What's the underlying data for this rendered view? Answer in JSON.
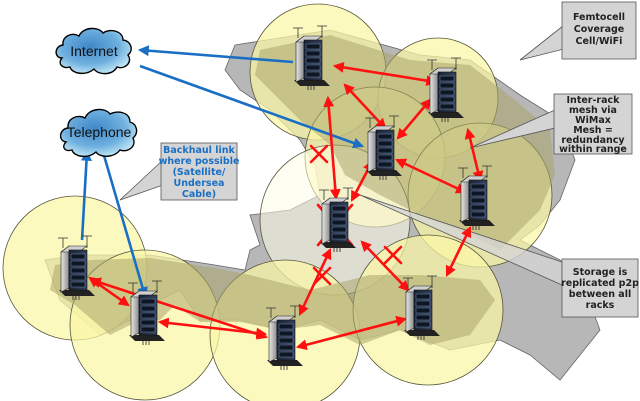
{
  "colors": {
    "coverage_fill": "#fbf6a6",
    "coverage_stroke": "#55553a",
    "land_fill": "#a9a985",
    "land_gray": "#b7b7b7",
    "mesh_link": "#ff1010",
    "backhaul_link": "#1a6fc4",
    "failure_mark": "#ff1010",
    "callout_fill": "#d4d4d4",
    "callout_stroke": "#555555",
    "callout_text_blue": "#1a6fc4",
    "callout_text_dark": "#222222",
    "cloud_fill": "#6fb0df"
  },
  "clouds": [
    {
      "id": "internet",
      "label": "Internet"
    },
    {
      "id": "telephone",
      "label": "Telephone"
    }
  ],
  "callouts": [
    {
      "id": "femtocell",
      "lines": [
        "Femtocell",
        "Coverage",
        "Cell/WiFi"
      ],
      "color": "dark"
    },
    {
      "id": "inter-rack",
      "lines": [
        "Inter-rack",
        "mesh via",
        "WiMax",
        "Mesh =",
        "redundancy",
        "within range"
      ],
      "color": "dark"
    },
    {
      "id": "backhaul",
      "lines": [
        "Backhaul link",
        "where possible",
        "(Satellite/",
        "Undersea",
        "Cable)"
      ],
      "color": "blue"
    },
    {
      "id": "storage",
      "lines": [
        "Storage is",
        "replicated p2p",
        "between all",
        "racks"
      ],
      "color": "dark"
    }
  ],
  "nodes": [
    {
      "id": "rack-top-center",
      "failed": false
    },
    {
      "id": "rack-top-right",
      "failed": false
    },
    {
      "id": "rack-center",
      "failed": false
    },
    {
      "id": "rack-right",
      "failed": false
    },
    {
      "id": "rack-failed-middle",
      "failed": true
    },
    {
      "id": "rack-far-left",
      "failed": false
    },
    {
      "id": "rack-left",
      "failed": false
    },
    {
      "id": "rack-bottom-center",
      "failed": false
    },
    {
      "id": "rack-bottom-right",
      "failed": false
    }
  ],
  "mesh_links": [
    {
      "from": "rack-top-center",
      "to": "rack-top-right",
      "broken": false
    },
    {
      "from": "rack-top-center",
      "to": "rack-center",
      "broken": false
    },
    {
      "from": "rack-top-center",
      "to": "rack-failed-middle",
      "broken": true
    },
    {
      "from": "rack-top-right",
      "to": "rack-center",
      "broken": false
    },
    {
      "from": "rack-top-right",
      "to": "rack-right",
      "broken": false
    },
    {
      "from": "rack-center",
      "to": "rack-right",
      "broken": false
    },
    {
      "from": "rack-center",
      "to": "rack-failed-middle",
      "broken": false
    },
    {
      "from": "rack-failed-middle",
      "to": "rack-bottom-right",
      "broken": true
    },
    {
      "from": "rack-failed-middle",
      "to": "rack-bottom-center",
      "broken": true
    },
    {
      "from": "rack-right",
      "to": "rack-bottom-right",
      "broken": false
    },
    {
      "from": "rack-far-left",
      "to": "rack-left",
      "broken": false
    },
    {
      "from": "rack-far-left",
      "to": "rack-bottom-center",
      "broken": false
    },
    {
      "from": "rack-left",
      "to": "rack-bottom-center",
      "broken": false
    },
    {
      "from": "rack-bottom-center",
      "to": "rack-bottom-right",
      "broken": false
    }
  ],
  "backhaul_links": [
    {
      "from": "rack-top-center",
      "to": "internet"
    },
    {
      "from": "rack-center",
      "to": "internet"
    },
    {
      "from": "rack-far-left",
      "to": "telephone"
    },
    {
      "from": "rack-left",
      "to": "telephone"
    }
  ]
}
